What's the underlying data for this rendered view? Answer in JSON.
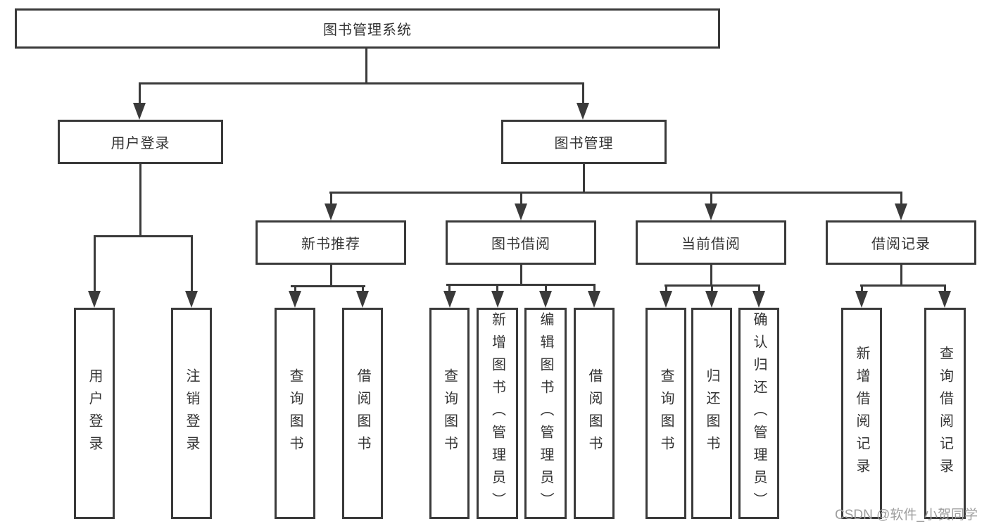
{
  "nodes": {
    "root": "图书管理系统",
    "level2": [
      "用户登录",
      "图书管理"
    ],
    "level3": [
      "新书推荐",
      "图书借阅",
      "当前借阅",
      "借阅记录"
    ],
    "leaves": {
      "user_login": [
        "用户登录",
        "注销登录"
      ],
      "new_book": [
        "查询图书",
        "借阅图书"
      ],
      "book_borrow": [
        "查询图书",
        "新增图书（管理员）",
        "编辑图书（管理员）",
        "借阅图书"
      ],
      "current_borrow": [
        "查询图书",
        "归还图书",
        "确认归还（管理员）"
      ],
      "borrow_records": [
        "新增借阅记录",
        "查询借阅记录"
      ]
    }
  },
  "watermark": "CSDN @软件_小贺同学",
  "colors": {
    "line": "#3a3a3a",
    "text": "#333333",
    "background": "#ffffff",
    "watermark": "#9e9e9e"
  }
}
